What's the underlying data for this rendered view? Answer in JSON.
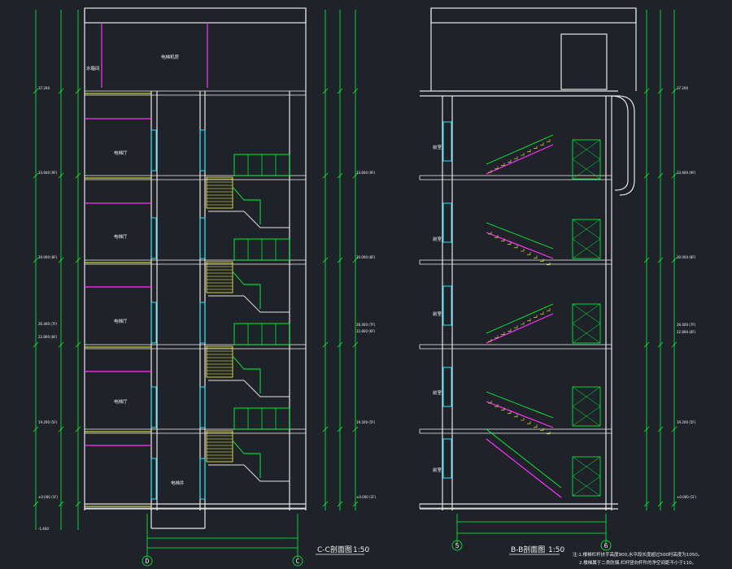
{
  "colors": {
    "background": "#1f2228",
    "structure": "#e6e6e6",
    "dimension": "#00ff3c",
    "stair": "#ffff33",
    "magenta": "#ff33ff",
    "cyan": "#22e6ff",
    "grey": "#9a9a9a"
  },
  "drawings": [
    {
      "id": "section-c-c",
      "caption": "C-C剖面图",
      "scale": "1:50",
      "axis_left": "D",
      "axis_right": "C",
      "rooms": [
        "电梯厅",
        "电梯厅",
        "电梯厅",
        "电梯厅",
        "电梯井",
        "电梯机房",
        "水箱间"
      ],
      "elevations_left": [
        "37.200",
        "33.600 (9F)",
        "30.000 (8F)",
        "26.400 (7F)",
        "22.800 (6F)",
        "19.200 (5F)",
        "±0.000 (1F)",
        "-1.400"
      ],
      "elevations_right": [
        "33.600 (9F)",
        "30.000 (8F)",
        "26.400 (7F)",
        "22.800 (6F)",
        "19.200 (5F)",
        "±0.000 (1F)"
      ]
    },
    {
      "id": "section-b-b",
      "caption": "B-B剖面图",
      "scale": "1:50",
      "axis_left": "5",
      "axis_right": "6",
      "rooms": [
        "前室",
        "前室",
        "前室",
        "前室",
        "前室"
      ],
      "elevations_right": [
        "37.200",
        "33.600 (9F)",
        "30.000 (8F)",
        "26.400 (7F)",
        "22.800 (6F)",
        "19.200 (5F)",
        "±0.000 (1F)"
      ]
    }
  ],
  "notes": [
    "注:1.楼梯栏杆扶手高度900,水平段长度超过500时高度为1050。",
    "2.楼梯属于二类防烟,栏杆竖向杆件的净空间距不小于110。"
  ]
}
